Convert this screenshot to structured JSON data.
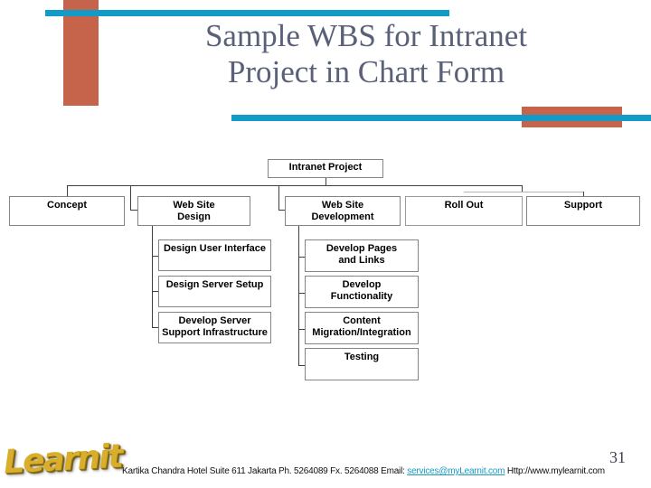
{
  "title": {
    "line1": "Sample WBS for Intranet",
    "line2": "Project in Chart Form"
  },
  "org_chart": {
    "root": "Intranet Project",
    "level2": {
      "concept": "Concept",
      "web_site_design": "Web Site\nDesign",
      "web_site_development": "Web Site\nDevelopment",
      "roll_out": "Roll Out",
      "support": "Support"
    },
    "design_children": {
      "design_user_interface": "Design User Interface",
      "design_server_setup": "Design Server Setup",
      "develop_server_support_infrastructure": "Develop Server\nSupport Infrastructure"
    },
    "development_children": {
      "develop_pages_and_links": "Develop Pages\nand Links",
      "develop_functionality": "Develop\nFunctionality",
      "content_migration_integration": "Content\nMigration/Integration",
      "testing": "Testing"
    }
  },
  "footer": {
    "logo_text": "Learnit",
    "page_number": "31",
    "address": "Kartika Chandra Hotel Suite 611 Jakarta Ph. 5264089 Fx. 5264088 Email: ",
    "email_link": "services@myLearnit.com",
    "website": " Http://www.mylearnit.com"
  },
  "colors": {
    "accent_orange": "#c5634b",
    "accent_teal": "#129bc7",
    "title_text": "#596078",
    "link_teal": "#1899be"
  }
}
